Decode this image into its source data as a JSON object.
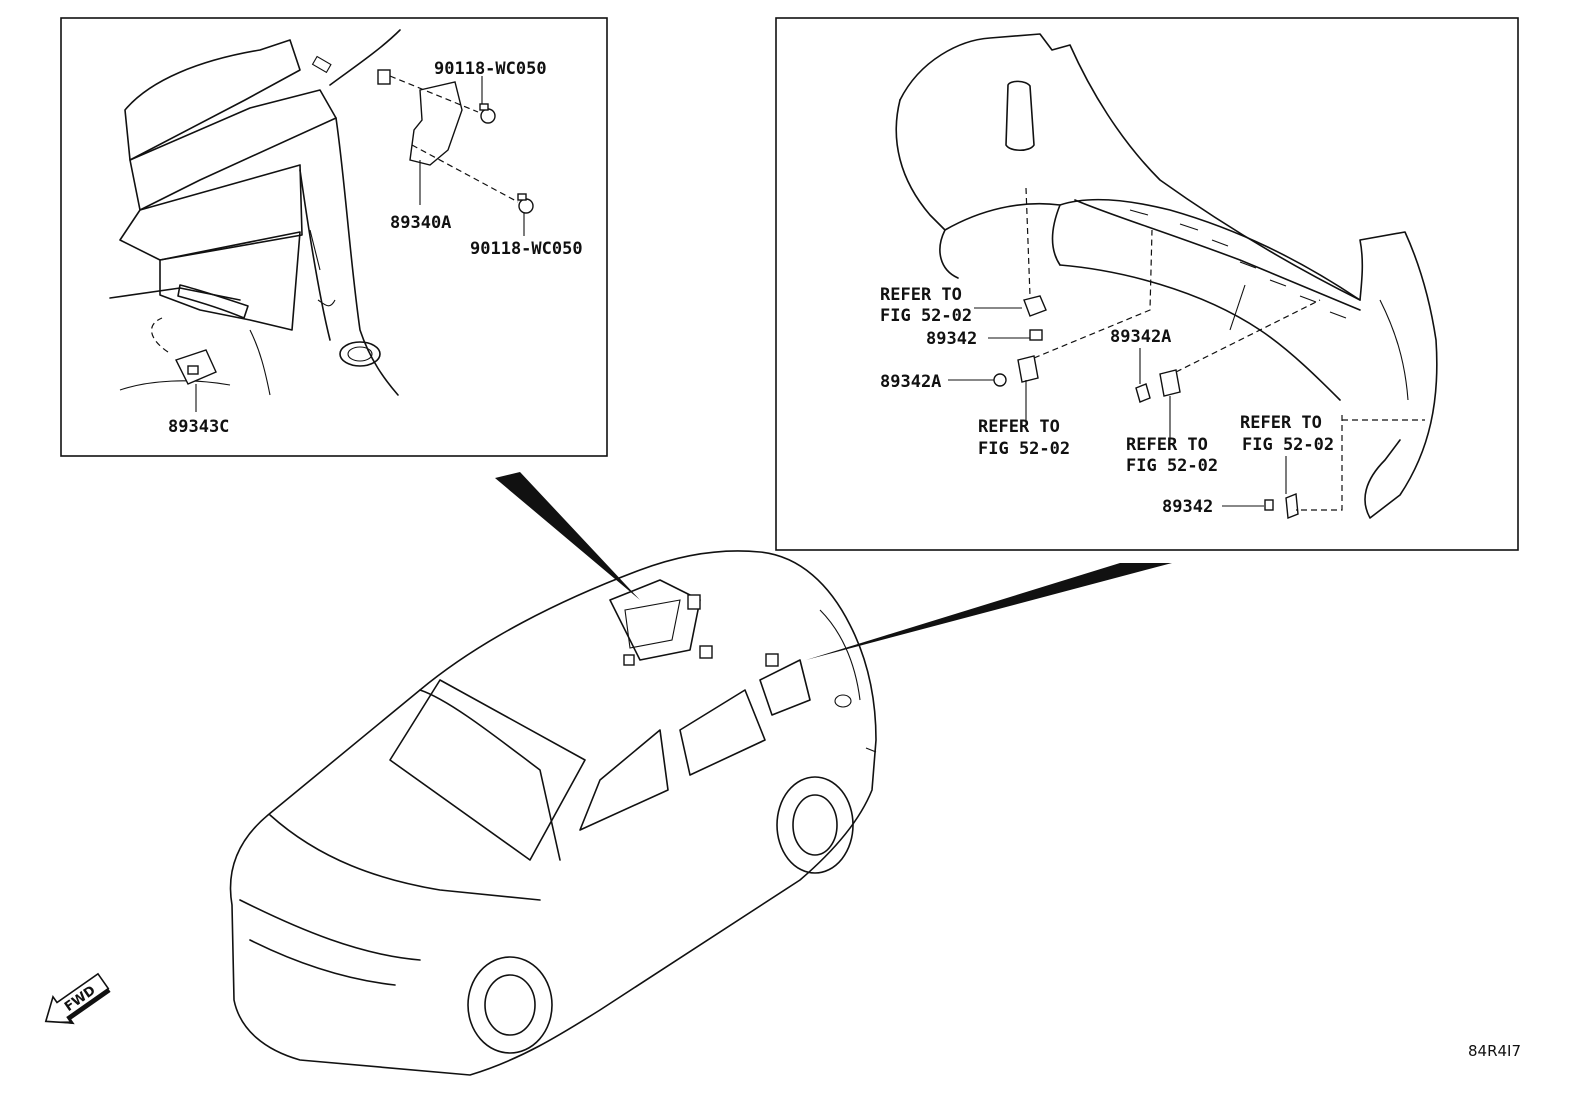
{
  "colors": {
    "line": "#111111",
    "background": "#ffffff"
  },
  "left_panel": {
    "labels": {
      "bolt_upper": "90118-WC050",
      "bracket": "89340A",
      "bolt_lower": "90118-WC050",
      "sensor": "89343C"
    }
  },
  "right_panel": {
    "labels": {
      "refer_1_line1": "REFER TO",
      "refer_1_line2": "FIG 52-02",
      "sensor_1": "89342",
      "retainer_1": "89342A",
      "refer_2_line1": "REFER TO",
      "refer_2_line2": "FIG 52-02",
      "retainer_2": "89342A",
      "refer_3_line1": "REFER TO",
      "refer_3_line2": "FIG 52-02",
      "refer_4_line1": "REFER TO",
      "refer_4_line2": "FIG 52-02",
      "sensor_2": "89342"
    }
  },
  "fwd_arrow": {
    "label": "FWD",
    "icon": "fwd-arrow-icon"
  },
  "diagram_code": "84R4I7"
}
